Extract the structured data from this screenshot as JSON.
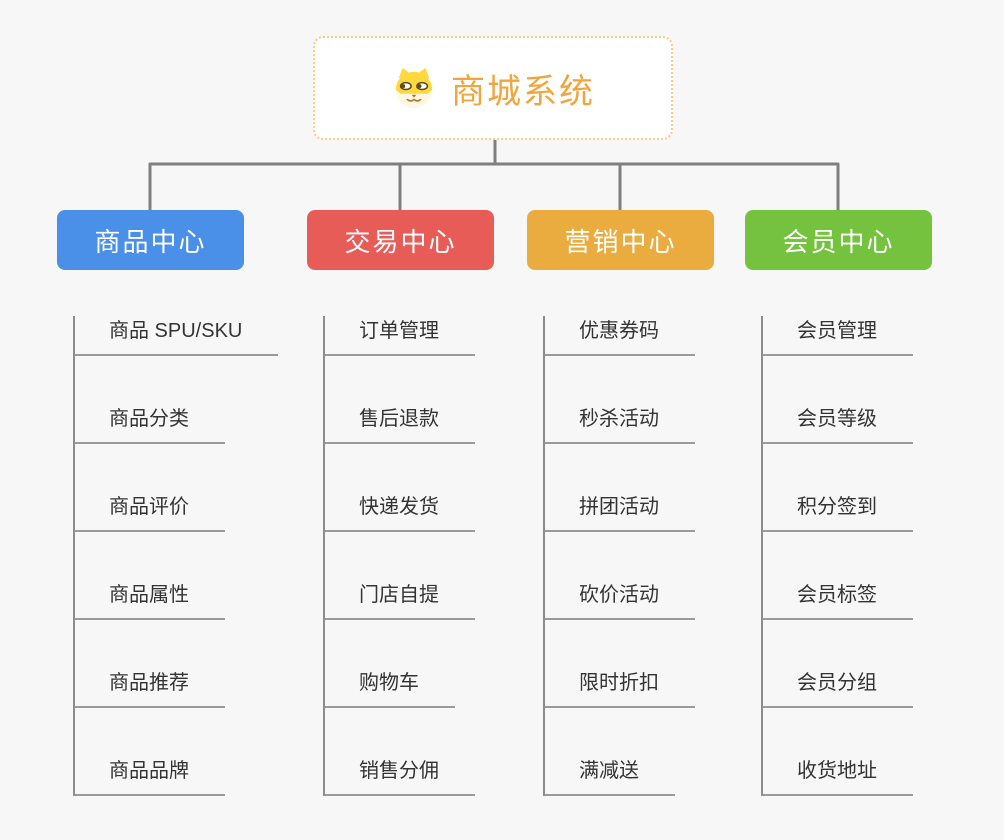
{
  "page": {
    "background_color": "#f7f7f7"
  },
  "root": {
    "title": "商城系统",
    "icon": "dog-face-icon",
    "title_color": "#f0a63c",
    "border_color": "#f8cb7e"
  },
  "connector_color": "#7f7f7f",
  "line_color": "#9a9a9a",
  "branches": [
    {
      "label": "商品中心",
      "color": "#4a90e8",
      "items": [
        "商品 SPU/SKU",
        "商品分类",
        "商品评价",
        "商品属性",
        "商品推荐",
        "商品品牌"
      ]
    },
    {
      "label": "交易中心",
      "color": "#e85c58",
      "items": [
        "订单管理",
        "售后退款",
        "快递发货",
        "门店自提",
        "购物车",
        "销售分佣"
      ]
    },
    {
      "label": "营销中心",
      "color": "#eaac3e",
      "items": [
        "优惠券码",
        "秒杀活动",
        "拼团活动",
        "砍价活动",
        "限时折扣",
        "满减送"
      ]
    },
    {
      "label": "会员中心",
      "color": "#74c23d",
      "items": [
        "会员管理",
        "会员等级",
        "积分签到",
        "会员标签",
        "会员分组",
        "收货地址"
      ]
    }
  ]
}
